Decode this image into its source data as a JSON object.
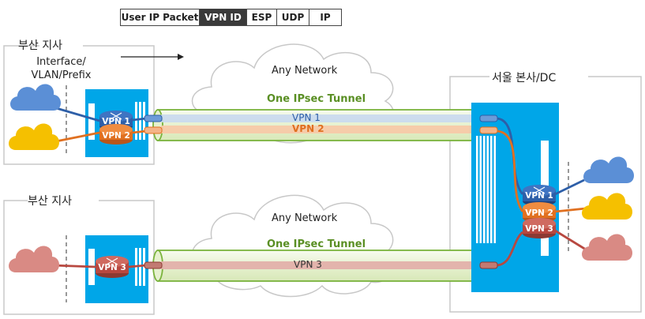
{
  "packet_header": {
    "fields": [
      "User IP Packet",
      "VPN ID",
      "ESP",
      "UDP",
      "IP"
    ],
    "highlighted": "VPN ID"
  },
  "branch_top": {
    "title": "부산 지사",
    "interface_label": "Interface/\nVLAN/Prefix",
    "vpns": [
      "VPN 1",
      "VPN 2"
    ]
  },
  "branch_bottom": {
    "title": "부산 지사",
    "vpns": [
      "VPN 3"
    ]
  },
  "hq": {
    "title": "서울 본사/DC",
    "vpns": [
      "VPN 1",
      "VPN 2",
      "VPN 3"
    ]
  },
  "tunnel_top": {
    "network_label": "Any Network",
    "tunnel_label": "One IPsec Tunnel",
    "vpns": [
      "VPN 1",
      "VPN 2"
    ]
  },
  "tunnel_bottom": {
    "network_label": "Any Network",
    "tunnel_label": "One IPsec Tunnel",
    "vpns": [
      "VPN 3"
    ]
  },
  "colors": {
    "vpn1": "#2e5fa8",
    "vpn2": "#e07020",
    "vpn3": "#b84840",
    "cloud_blue": "#5b8fd6",
    "cloud_yellow": "#f5c000",
    "cloud_pink": "#d98a84",
    "device": "#00a6e8",
    "tunnel_green": "#7ab33c",
    "tunnel_fill": "#eef6d8",
    "box_border": "#c8c8c8"
  }
}
